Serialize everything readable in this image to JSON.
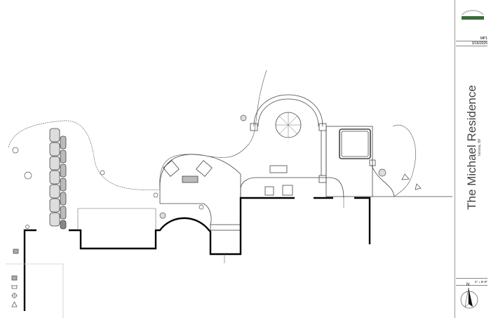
{
  "title_block": {
    "project_title": "The Michael Residence",
    "location": "Verona, WI",
    "sheet_number": "MP1",
    "date": "3/16/2025",
    "scale": "1\" = 8'-0\"",
    "north_label": "N",
    "logo_text": "LANDSCAPE",
    "logo_color": "#3a6b3a"
  },
  "legend": {
    "symbols": [
      "light-fixture-square-icon",
      "bench-icon",
      "path-light-icon",
      "uplight-triangle-icon"
    ]
  }
}
